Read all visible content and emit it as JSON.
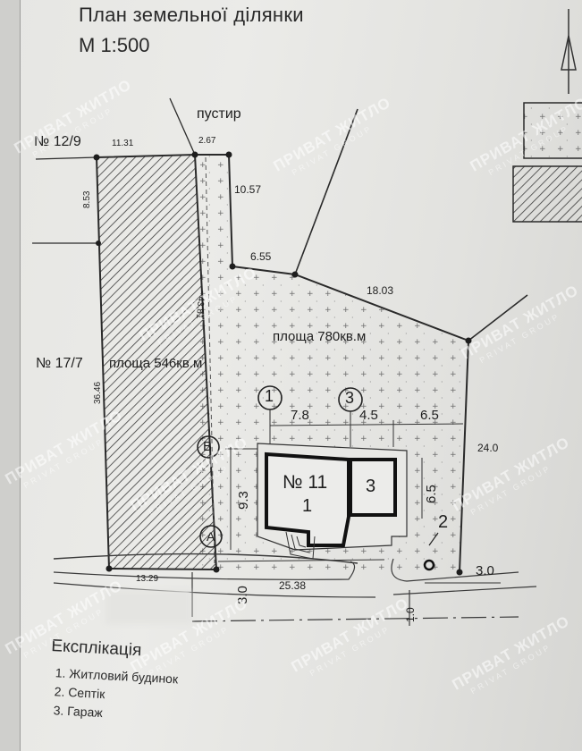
{
  "header": {
    "title": "План земельної ділянки",
    "scale": "М 1:500"
  },
  "parcel_labels": {
    "wasteland": "пустир",
    "neighbor_top": "№ 12/9",
    "neighbor_left": "№ 17/7",
    "area_main": "площа 780кв.м",
    "area_strip": "площа 546кв.м"
  },
  "dimensions": {
    "d1131": "11.31",
    "d267": "2.67",
    "d1057": "10.57",
    "d655": "6.55",
    "d1803": "18.03",
    "d853": "8.53",
    "d4381": "43.81",
    "d3646": "36.46",
    "d78": "7.8",
    "d45": "4.5",
    "d65a": "6.5",
    "d240": "24.0",
    "d93": "9.3",
    "d65b": "6.5",
    "d1329": "13.29",
    "d2538": "25.38",
    "d30a": "3.0",
    "d30b": "3.0",
    "d10": "1.0"
  },
  "building": {
    "number": "№ 11",
    "label_house": "1",
    "label_garage": "3"
  },
  "markers": {
    "one": "1",
    "three": "3",
    "two": "2",
    "b": "B",
    "a": "A"
  },
  "explication": {
    "title": "Експлікація",
    "items": [
      "1. Житловий будинок",
      "2. Септік",
      "3. Гараж"
    ]
  },
  "watermarks": {
    "main": "ПРИВАТ ЖИТЛО",
    "sub": "PRIVAT GROUP"
  }
}
